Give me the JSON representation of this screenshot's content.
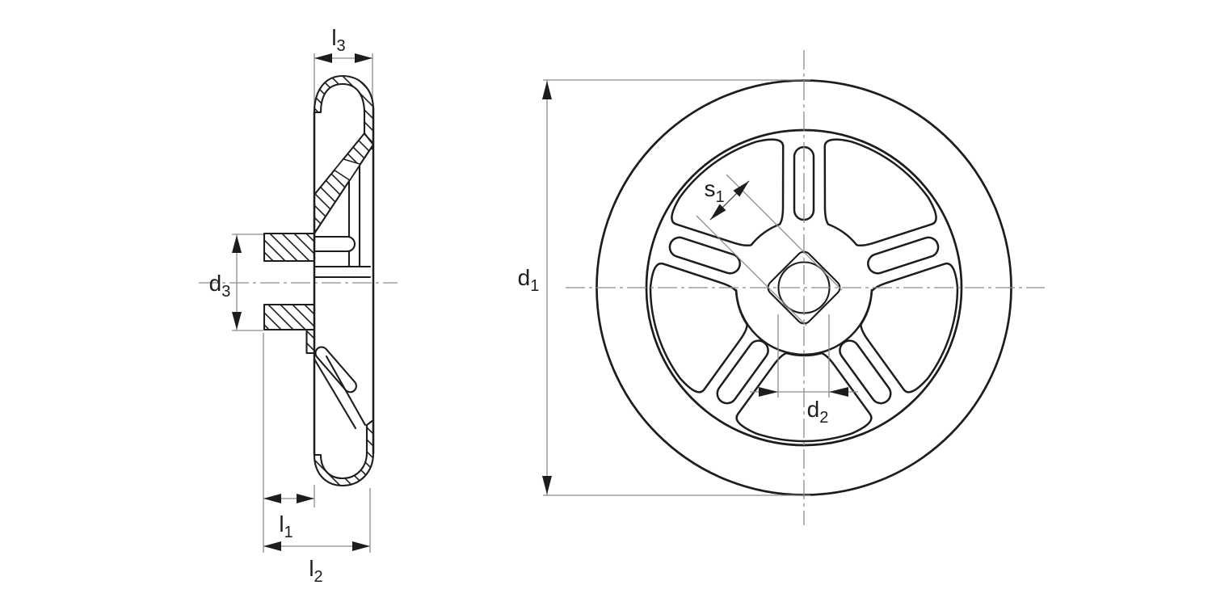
{
  "labels": {
    "l3": {
      "base": "l",
      "sub": "3"
    },
    "d3": {
      "base": "d",
      "sub": "3"
    },
    "l1": {
      "base": "l",
      "sub": "1"
    },
    "l2": {
      "base": "l",
      "sub": "2"
    },
    "d1": {
      "base": "d",
      "sub": "1"
    },
    "d2": {
      "base": "d",
      "sub": "2"
    },
    "s1": {
      "base": "s",
      "sub": "1"
    }
  },
  "colors": {
    "outline": "#1d1d1d",
    "thin_line": "#8c8c8c",
    "label": "#1d1d1d",
    "background": "#ffffff"
  }
}
